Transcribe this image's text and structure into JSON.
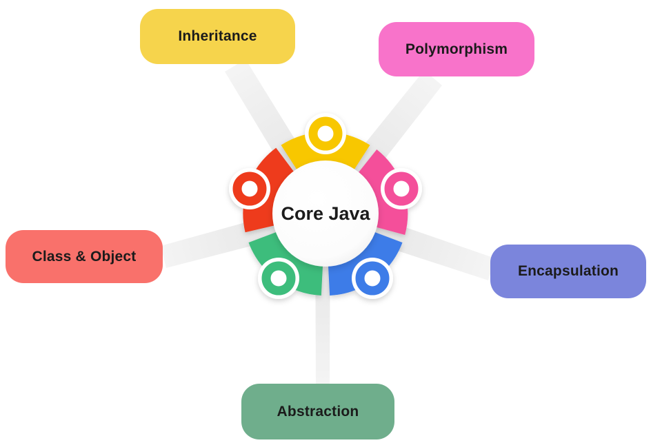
{
  "canvas": {
    "background": "#FFFFFF",
    "text_color": "#1B1B1B"
  },
  "hub": {
    "label": "Core Java"
  },
  "nodes": [
    {
      "label": "Inheritance",
      "box_color": "#F6D44C",
      "petal_color": "#F8C703"
    },
    {
      "label": "Polymorphism",
      "box_color": "#F873CA",
      "petal_color": "#F4509A"
    },
    {
      "label": "Encapsulation",
      "box_color": "#7B85DC",
      "petal_color": "#3C7CE8"
    },
    {
      "label": "Abstraction",
      "box_color": "#6FAE8C",
      "petal_color": "#3EBD7C"
    },
    {
      "label": "Class & Object",
      "box_color": "#F9716B",
      "petal_color": "#EE3A1F"
    }
  ],
  "connectors": {
    "color": "#ECECEC"
  }
}
